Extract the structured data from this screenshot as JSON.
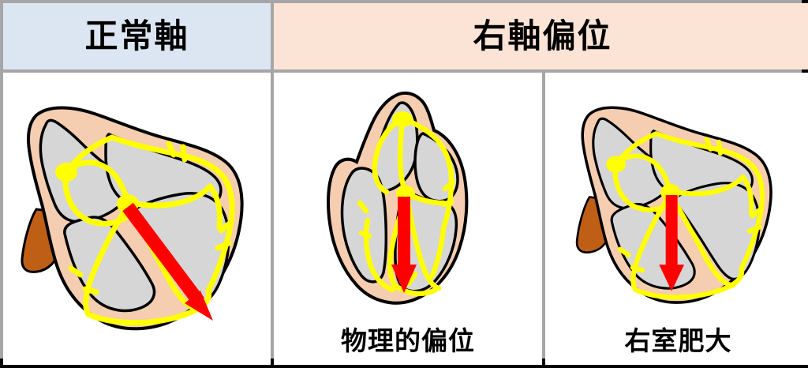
{
  "figure": {
    "kind": "medical-diagram",
    "topic": "cardiac-electrical-axis",
    "background_color": "#000000"
  },
  "table": {
    "columns": 3,
    "header_row": [
      {
        "label": "正常軸",
        "span": 1,
        "background": "#dce6f2",
        "text_color": "#000000"
      },
      {
        "label": "右軸偏位",
        "span": 2,
        "background": "#fbe4d5",
        "text_color": "#000000"
      }
    ],
    "border_color": "#a6a6a6",
    "cell_background": "#ffffff"
  },
  "panels": [
    {
      "name": "normal-axis",
      "caption": "",
      "heart": {
        "orientation": "oblique",
        "has_vessel_stub": true,
        "arrow": {
          "direction": "down-right",
          "color": "#ff0000",
          "angle_deg": 55
        }
      }
    },
    {
      "name": "physical-deviation",
      "caption": "物理的偏位",
      "heart": {
        "orientation": "vertical",
        "has_vessel_stub": false,
        "arrow": {
          "direction": "down",
          "color": "#ff0000",
          "angle_deg": 90
        }
      }
    },
    {
      "name": "right-ventricular-hypertrophy",
      "caption": "右室肥大",
      "heart": {
        "orientation": "oblique",
        "has_vessel_stub": true,
        "arrow": {
          "direction": "down",
          "color": "#ff0000",
          "angle_deg": 90
        }
      }
    }
  ],
  "palette": {
    "myocardium": "#f5cdb0",
    "chamber": "#d6d6d6",
    "conduction": "#ffff00",
    "arrow": "#ff0000",
    "vessel": "#bf5f15",
    "outline": "#000000",
    "frame": "#a6a6a6",
    "header_blue": "#dce6f2",
    "header_peach": "#fbe4d5"
  }
}
